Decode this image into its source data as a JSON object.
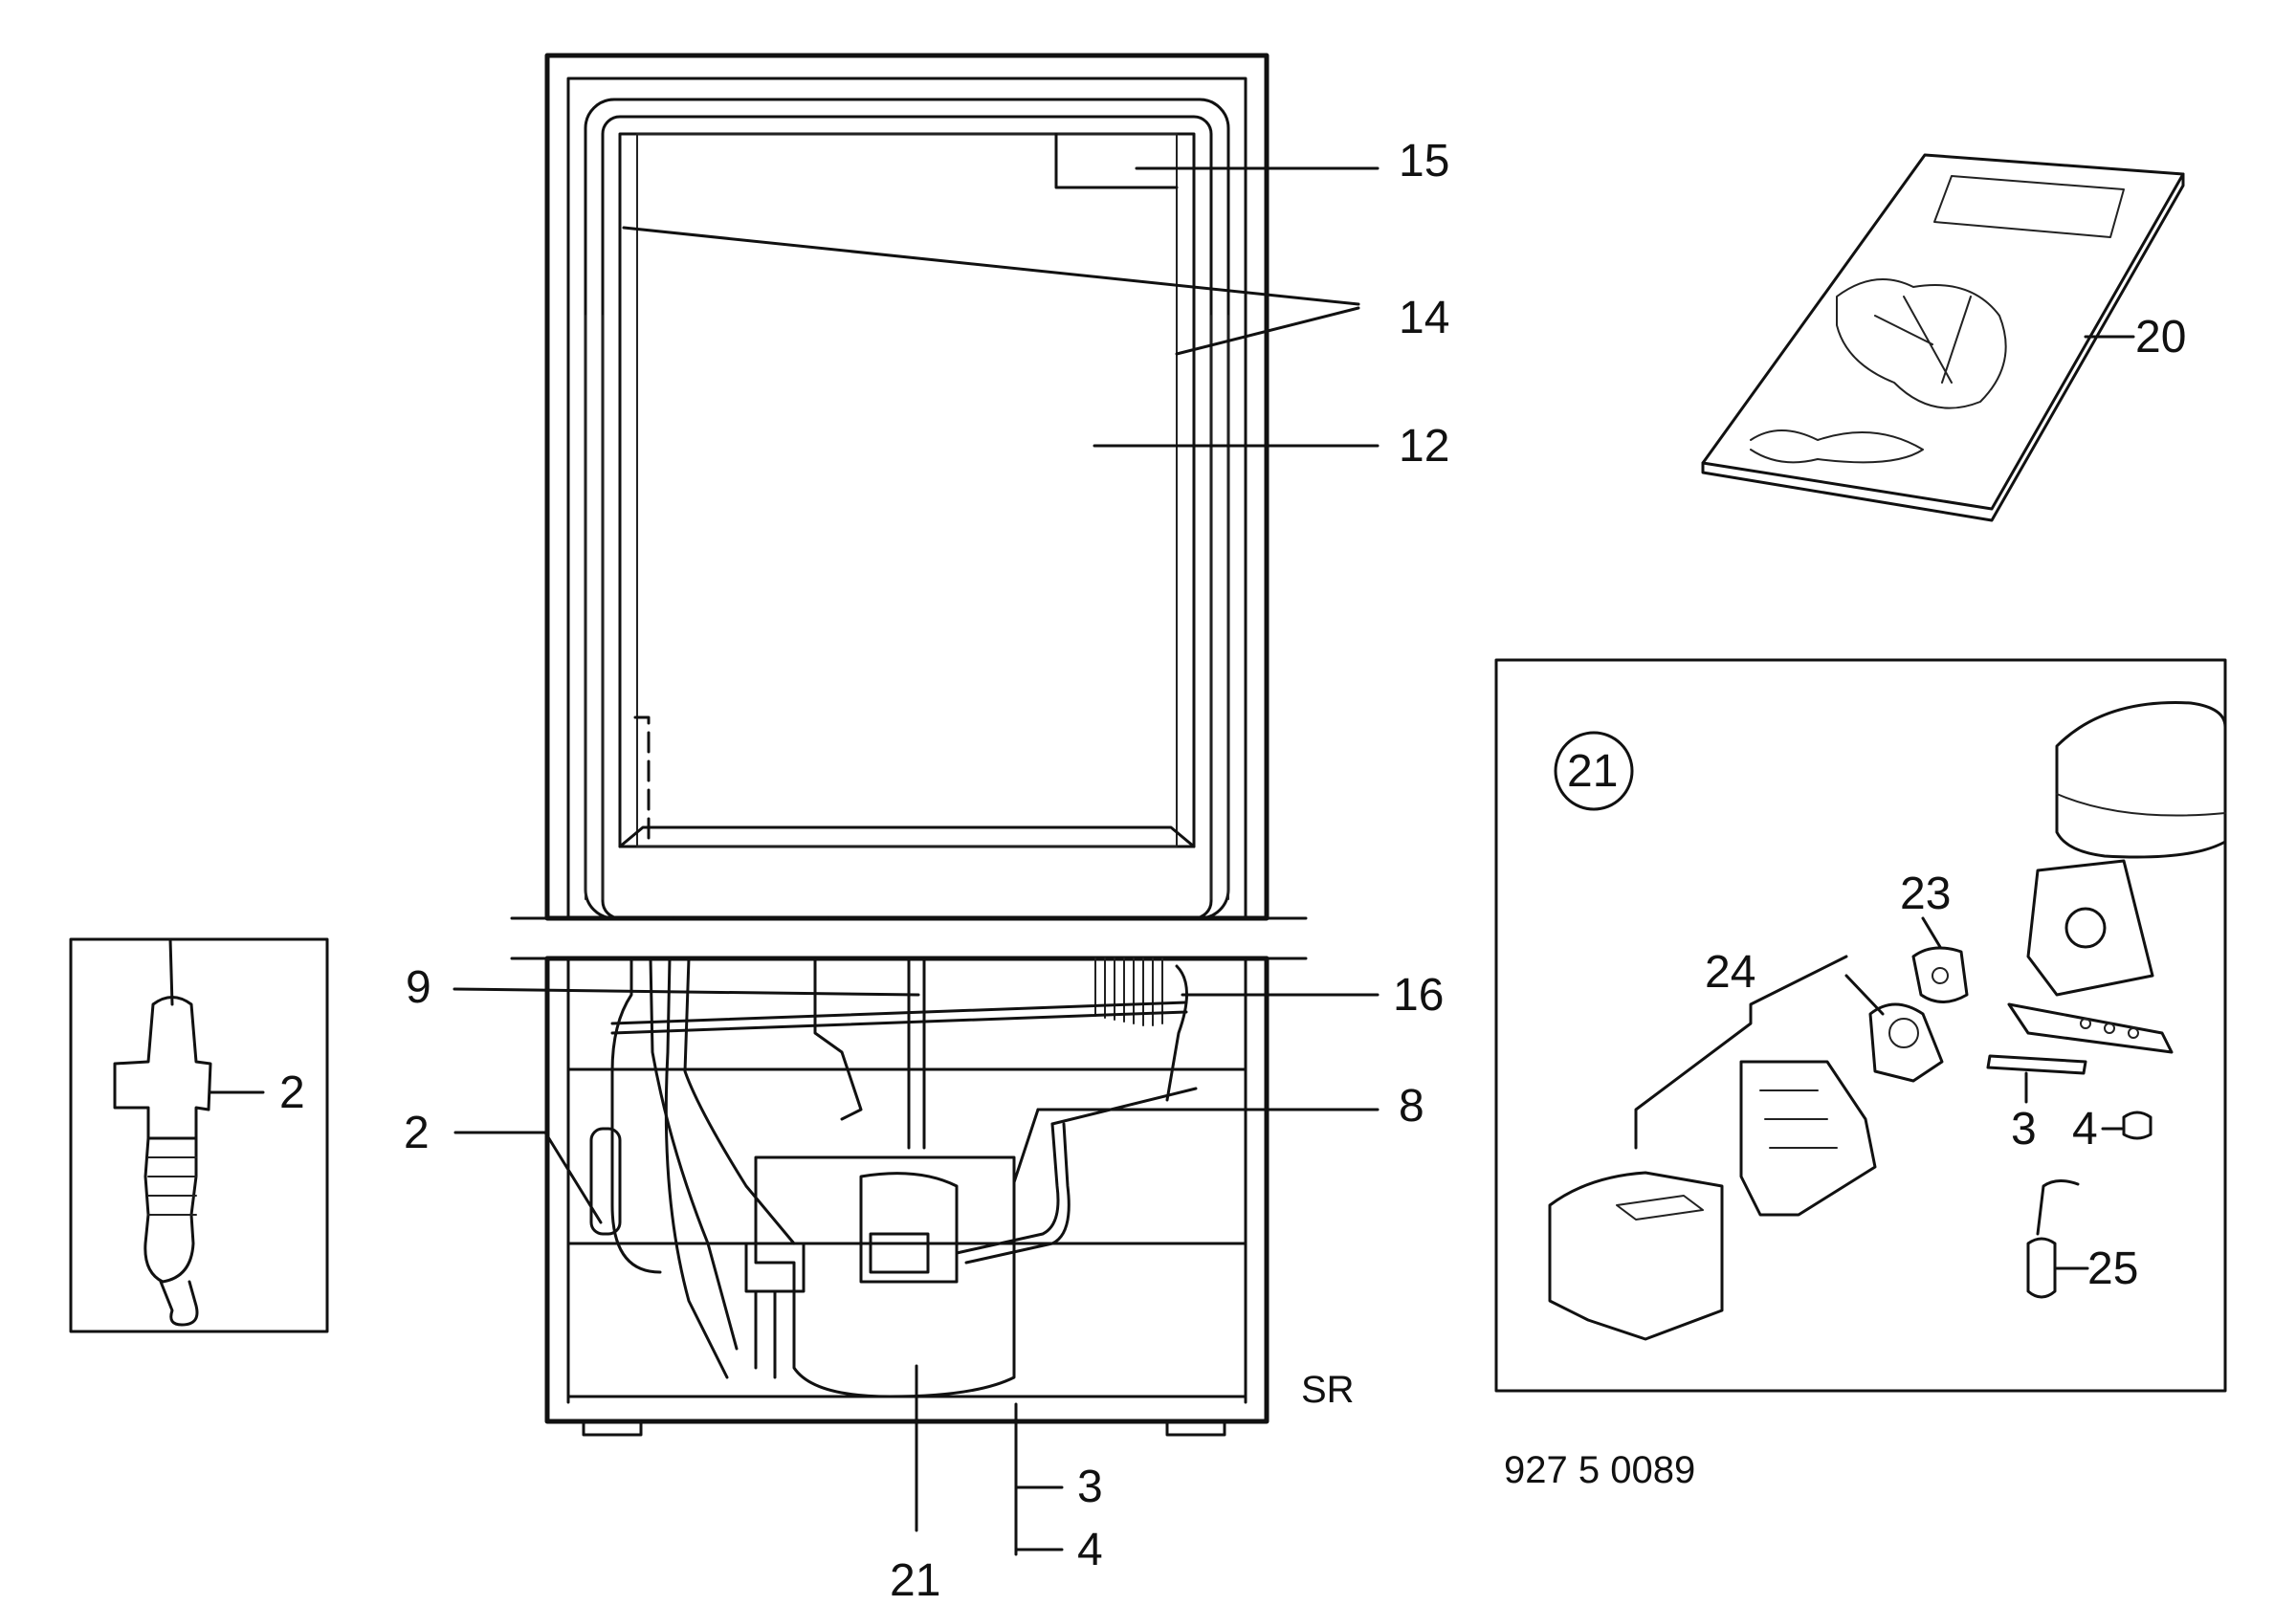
{
  "labels": {
    "l15": "15",
    "l14": "14",
    "l12": "12",
    "l20": "20",
    "l9": "9",
    "l16": "16",
    "l2_side": "2",
    "l2_main": "2",
    "l8": "8",
    "l3_main": "3",
    "l4_main": "4",
    "l21_main": "21",
    "sr": "SR",
    "l21_inset": "21",
    "l23": "23",
    "l24": "24",
    "l3_inset": "3",
    "l4_inset": "4",
    "l25": "25"
  },
  "drawing_number": "927 5 0089"
}
